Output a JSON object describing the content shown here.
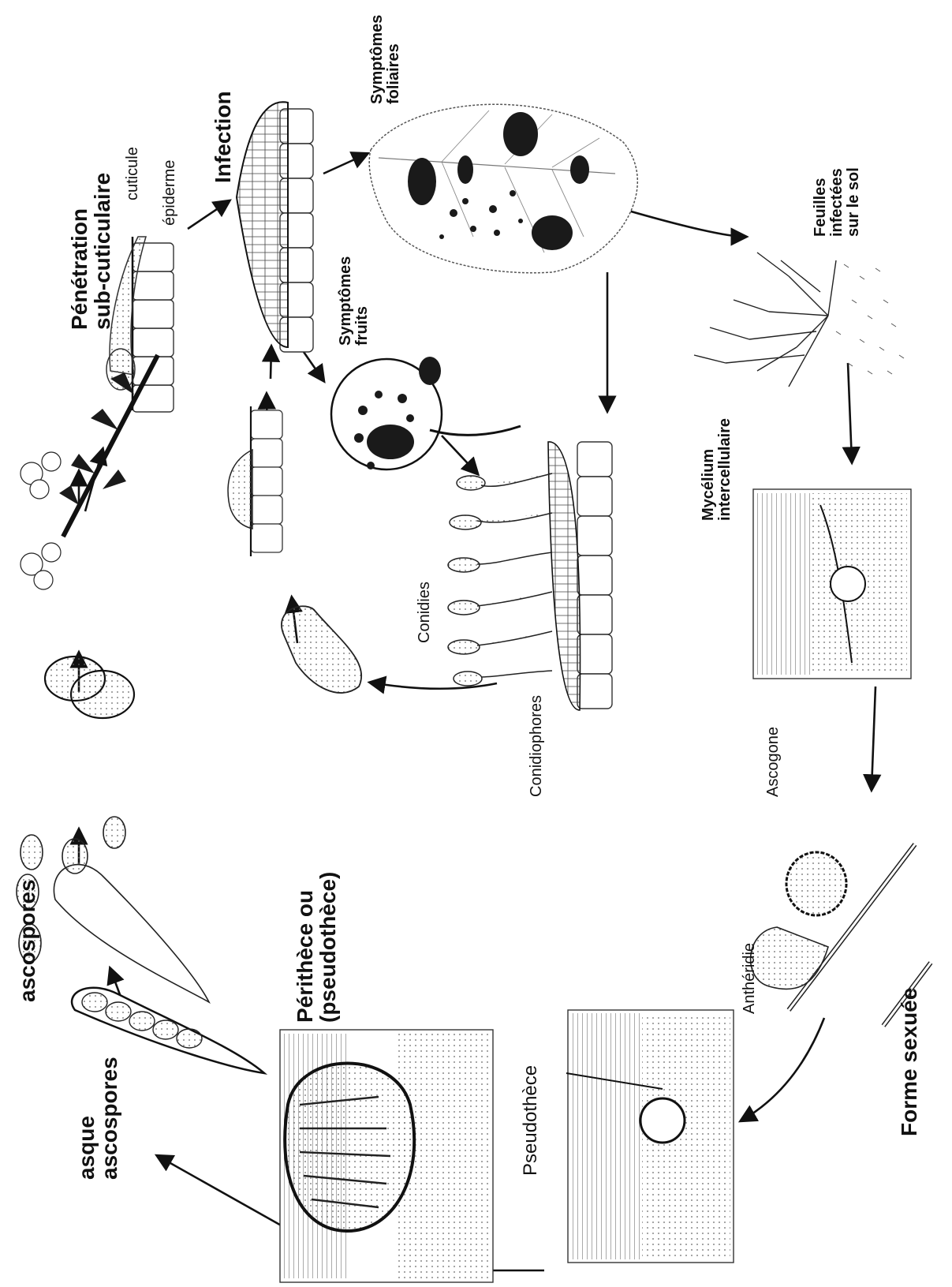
{
  "labels": {
    "penetration": [
      "Pénétration",
      "sub-cuticulaire"
    ],
    "cuticule": "cuticule",
    "epiderme": "épiderme",
    "infection": "Infection",
    "symptomes_foliaires": [
      "Symptômes",
      "foliaires"
    ],
    "symptomes_fruits": [
      "Symptômes",
      "fruits"
    ],
    "feuilles_infectees": [
      "Feuilles",
      "infectées",
      "sur le sol"
    ],
    "mycelium": [
      "Mycélium",
      "intercellulaire"
    ],
    "conidies": "Conidies",
    "conidiophores": "Conidiophores",
    "ascogone": "Ascogone",
    "antheridie": "Anthéridie",
    "forme_sexuee": "Forme sexuée",
    "pseudotheque": "Pseudothèce",
    "perithece": [
      "Périthèce ou",
      "(pseudothèce)"
    ],
    "ascospores": "ascospores",
    "asque_ascospores": [
      "asque",
      "ascospores"
    ]
  },
  "colors": {
    "ink": "#111111",
    "fill_dark": "#1a1a1a",
    "fill_light": "#e9e9e9",
    "background": "#ffffff"
  }
}
